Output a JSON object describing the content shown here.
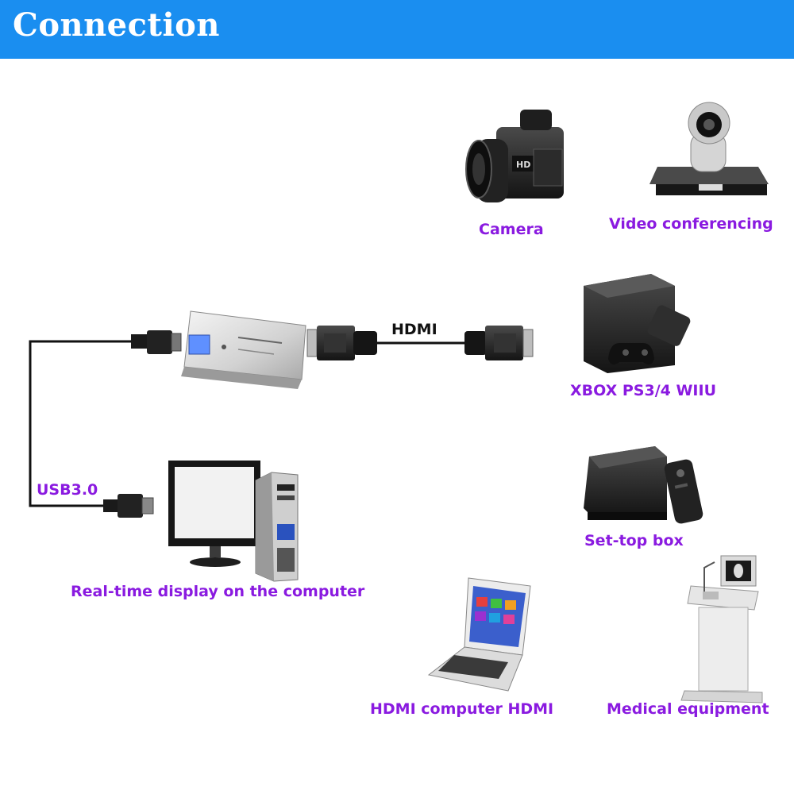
{
  "header": {
    "title": "Connection"
  },
  "labels": {
    "camera": "Camera",
    "video_conferencing": "Video conferencing",
    "hdmi_cable": "HDMI",
    "consoles": "XBOX PS3/4 WIIU",
    "usb": "USB3.0",
    "set_top_box": "Set-top box",
    "computer_display": "Real-time display on the computer",
    "laptop": "HDMI  computer HDMI",
    "medical": "Medical equipment"
  },
  "colors": {
    "banner": "#1a8ef0",
    "label": "#8a1ae0",
    "cable": "#111111"
  },
  "icons": [
    "capture-device-icon",
    "usb-plug-icon",
    "hdmi-plug-icon",
    "camcorder-icon",
    "conference-camera-icon",
    "game-console-icon",
    "set-top-box-icon",
    "desktop-computer-icon",
    "laptop-icon",
    "medical-equipment-icon"
  ]
}
